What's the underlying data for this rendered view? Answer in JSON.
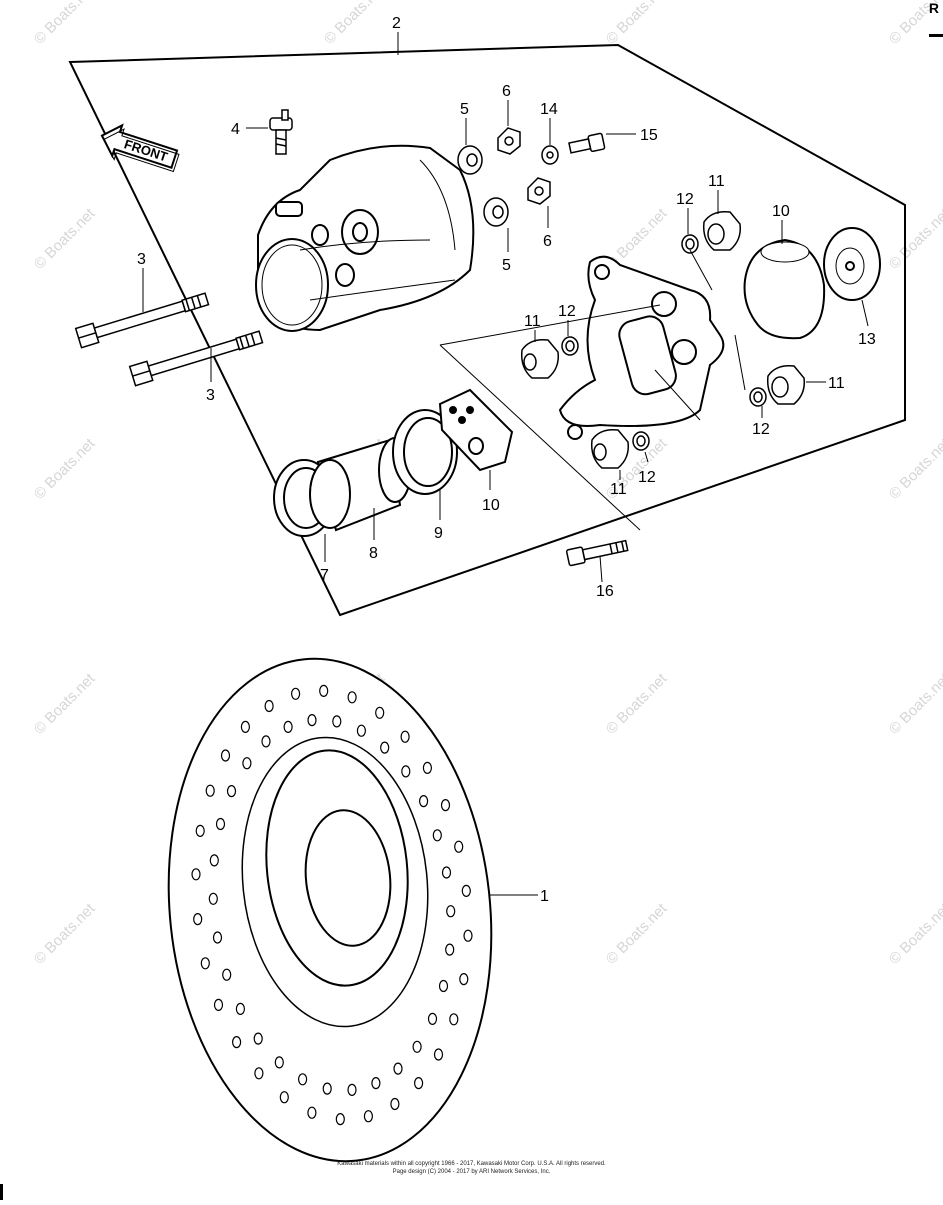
{
  "corner_mark": "R",
  "front_label": "FRONT",
  "watermark": "© Boats.net",
  "callouts": {
    "c1": "1",
    "c2": "2",
    "c3a": "3",
    "c3b": "3",
    "c4": "4",
    "c5a": "5",
    "c5b": "5",
    "c6a": "6",
    "c6b": "6",
    "c7": "7",
    "c8": "8",
    "c9": "9",
    "c10a": "10",
    "c10b": "10",
    "c11a": "11",
    "c11b": "11",
    "c11c": "11",
    "c11d": "11",
    "c12a": "12",
    "c12b": "12",
    "c12c": "12",
    "c12d": "12",
    "c13": "13",
    "c14": "14",
    "c15": "15",
    "c16": "16"
  },
  "copyright": {
    "line1": "Kawasaki materials within all copyright 1966 - 2017, Kawasaki Motor Corp. U.S.A.  All rights reserved.",
    "line2": "Page design (C) 2004 - 2017 by ARI Network Services, Inc."
  }
}
